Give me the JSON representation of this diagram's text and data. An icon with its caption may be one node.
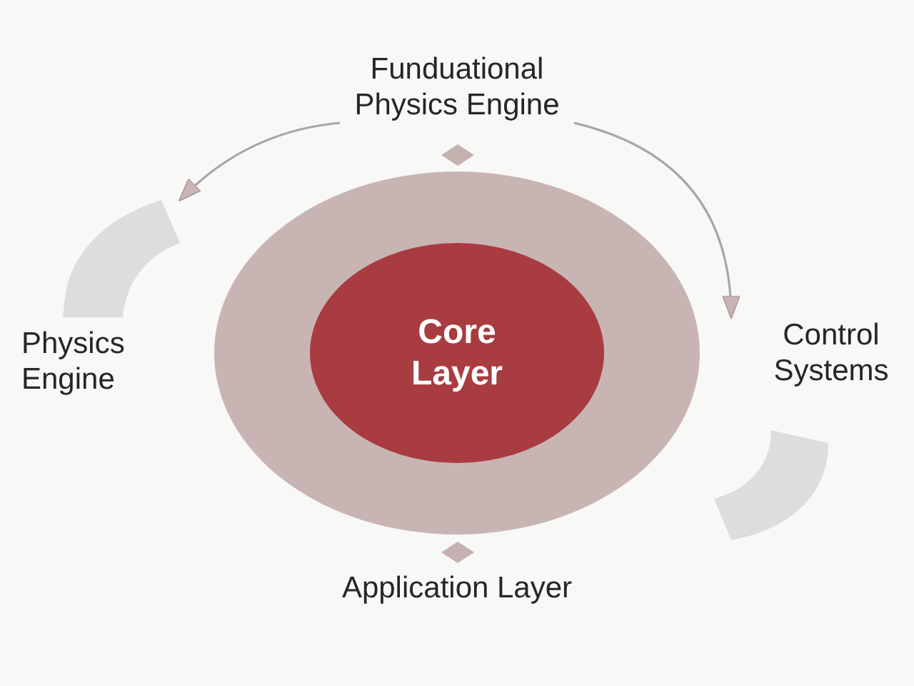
{
  "diagram": {
    "nodes": [
      {
        "text": [
          "Funduational Physics Engine"
        ]
      },
      {
        "text": [
          "Physics Engine"
        ]
      },
      {
        "text": [],
        "shape": "circle"
      },
      {
        "text": [
          "Core Layer"
        ],
        "in": 2
      },
      {
        "text": [
          "Control Systems"
        ]
      },
      {
        "text": [
          "Application Layer"
        ]
      }
    ],
    "edges": [
      {
        "from": 0,
        "to": 1,
        "arrow": "to"
      },
      {
        "from": 0,
        "to": 4,
        "arrow": "to"
      }
    ]
  }
}
